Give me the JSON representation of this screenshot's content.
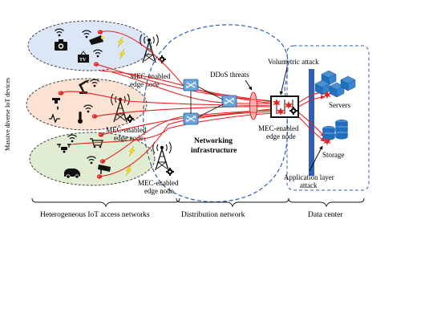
{
  "side_label": "Massive diverse IoT devices",
  "edge_nodes": [
    {
      "line1": "MEC-enabled",
      "line2": "edge node"
    },
    {
      "line1": "MEC-enabled",
      "line2": "edge node"
    },
    {
      "line1": "MEC-enabled",
      "line2": "edge node"
    },
    {
      "line1": "MEC-enabled",
      "line2": "edge node"
    }
  ],
  "ddos_label": "DDoS threats",
  "volumetric_label": "Volumetric attack",
  "networking_label": {
    "line1": "Networking",
    "line2": "infrastructure"
  },
  "servers_label": "Servers",
  "storage_label": "Storage",
  "app_attack_label": {
    "line1": "Application layer",
    "line2": "attack"
  },
  "sections": [
    "Heterogeneous IoT access networks",
    "Distribution network",
    "Data center"
  ],
  "colors": {
    "region_blue": "#dbe6f6",
    "region_orange": "#fbe2d3",
    "region_green": "#e0edd3",
    "attack_red": "#e8201f",
    "icon_blue": "#1f6fc1",
    "dc_bar": "#2f5eb7"
  }
}
